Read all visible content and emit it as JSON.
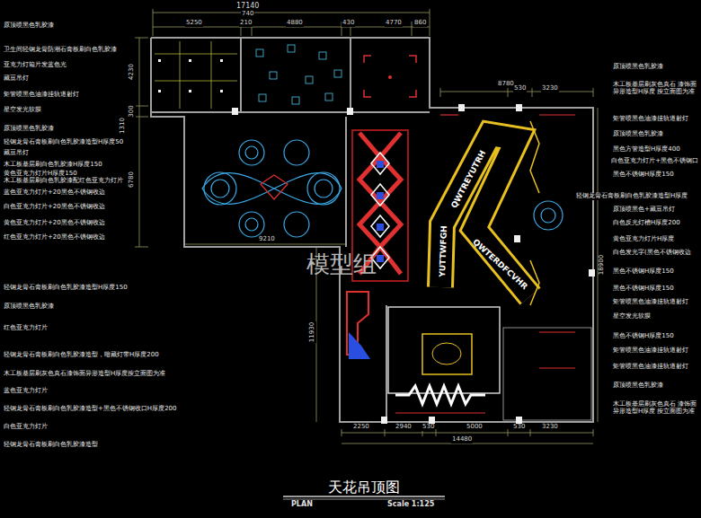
{
  "diagram": {
    "title": "天花吊顶图",
    "labels": [
      "17140",
      "740",
      "5250",
      "210",
      "4880",
      "430",
      "4770",
      "860",
      "原顶喷黑色乳胶漆",
      "卫生间轻钢龙骨防潮石膏板刷白色乳胶漆",
      "亚克力灯箱片发蓝色光",
      "藏豆吊灯",
      "矩管喷黑色油漆挂轨道射灯",
      "星空发光软膜",
      "原顶喷黑色乳胶漆",
      "轻钢龙骨石膏板刷白色乳胶漆造型H厚度50",
      "藏豆吊灯",
      "木工板基层刷白色乳胶漆H厚度150",
      "黄色亚克力灯片H厚度150",
      "木工板基层刷白色乳胶漆配红色亚克力灯片",
      "蓝色亚克力灯片+20黑色不锈钢收边",
      "白色亚克力灯片+20黑色不锈钢收边",
      "黄色亚克力灯片+20黑色不锈钢收边",
      "红色亚克力灯片+20黑色不锈钢收边",
      "轻钢龙骨石膏板刷白色乳胶漆造型H厚度150",
      "原顶喷黑色乳胶漆",
      "红色亚克力灯片",
      "轻钢龙骨石膏板刷白色乳胶漆造型，暗藏灯带H厚度200",
      "木工板基层刷灰色真石漆饰面异形造型H厚度按立面图为准",
      "蓝色亚克力灯片",
      "轻钢龙骨石膏板刷白色乳胶漆造型+黑色不锈钢收口H厚度200",
      "白色亚克力灯片",
      "轻钢龙骨石膏板刷白色乳胶漆造型",
      "原顶喷黑色乳胶漆",
      "木工板基层刷灰色真石 漆饰面异形造型H厚度 按立面图为准",
      "矩管喷黑色油漆挂轨道射灯",
      "原顶喷黑色乳胶漆",
      "黑色方管造型H厚度400",
      "白色亚克力灯片+黑色不锈钢口",
      "黑色不锈钢H厚度150",
      "轻钢龙骨石膏板刷白色乳胶漆造型H厚度",
      "原顶喷黑色+藏豆吊灯",
      "白色反光灯槽H厚度200",
      "黄色亚克力灯片H厚度",
      "白色发光字(黑色不锈钢收边",
      "黑色不锈钢H厚度150",
      "黑色不锈钢H厚度150",
      "矩管喷黑色油漆挂轨道射灯",
      "星空发光软膜",
      "黑色不锈钢H厚度150",
      "矩管喷黑色油漆挂轨道射灯",
      "矩管喷黑色油漆挂轨道射灯",
      "原顶喷黑色乳胶漆",
      "木工板基层刷灰色真石 漆饰面异形造型H厚度 按立面图为准",
      "8780",
      "530",
      "3230",
      "4230",
      "300",
      "1310",
      "6780",
      "9210",
      "11930",
      "18900",
      "2250",
      "2940",
      "530",
      "5000",
      "530",
      "3230",
      "14480",
      "YUTTWFGH",
      "QWTREYUTRH",
      "QWTERDFCVHR",
      "模型组",
      "PLAN",
      "Scale 1:125"
    ]
  }
}
